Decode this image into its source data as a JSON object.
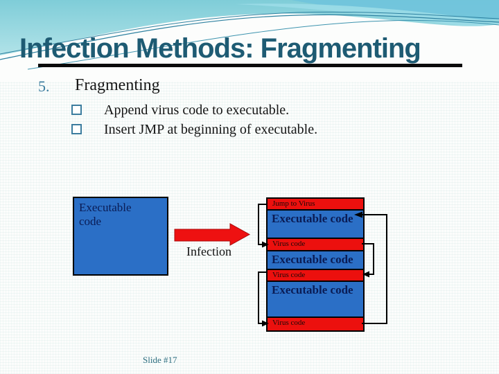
{
  "header": {
    "title": "Infection Methods: Fragmenting"
  },
  "content": {
    "number": "5.",
    "heading": "Fragmenting",
    "bullets": [
      "Append virus code to executable.",
      "Insert JMP at beginning of executable."
    ]
  },
  "diagram": {
    "source_box_label": "Executable code",
    "arrow_label": "Infection",
    "stack": [
      {
        "type": "virus",
        "label": "Jump to Virus"
      },
      {
        "type": "exec",
        "label": "Executable code"
      },
      {
        "type": "virus",
        "label": "Virus code"
      },
      {
        "type": "exec",
        "label": "Executable code"
      },
      {
        "type": "virus",
        "label": "Virus code"
      },
      {
        "type": "exec",
        "label": "Executable code"
      },
      {
        "type": "virus",
        "label": "Virus code"
      }
    ]
  },
  "footer": {
    "slide_label": "Slide #17"
  },
  "colors": {
    "title_teal": "#1e5b73",
    "accent_teal": "#3b7c9e",
    "exec_blue": "#2b6fc6",
    "virus_red": "#ec100e",
    "connector_black": "#000000"
  }
}
